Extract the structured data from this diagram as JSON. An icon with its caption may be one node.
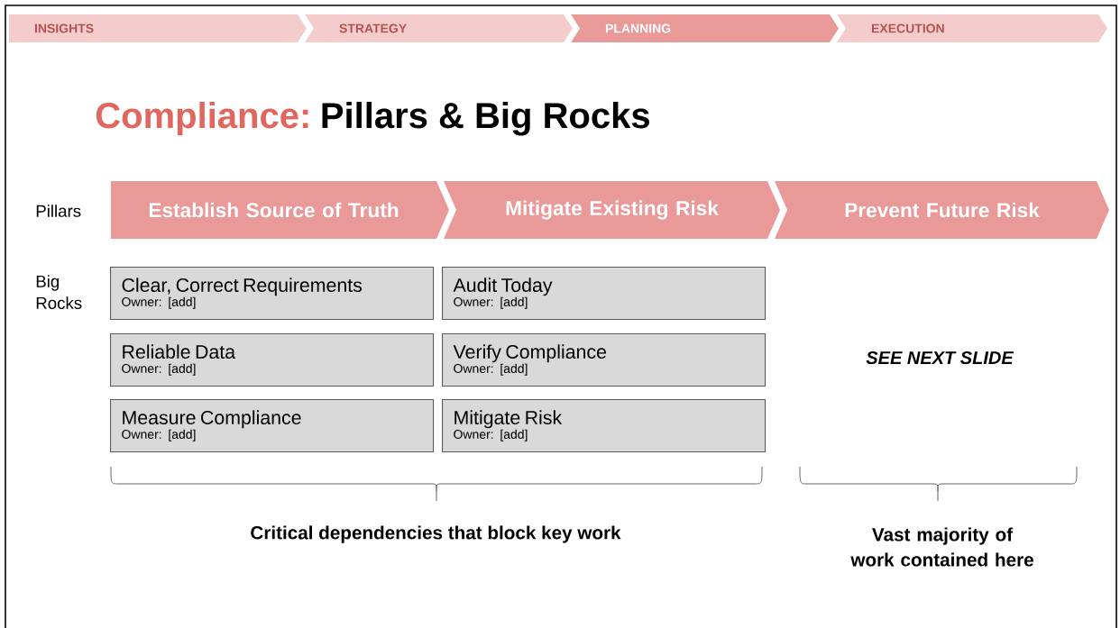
{
  "diagram": {
    "nodes": [
      {
        "text": [
          "INSIGHTS"
        ]
      },
      {
        "text": [
          "STRATEGY"
        ]
      },
      {
        "text": [
          "PLANNING"
        ]
      },
      {
        "text": [
          "EXECUTION"
        ]
      },
      {
        "text": [
          "Establish Source of Truth"
        ]
      },
      {
        "text": [
          "Mitigate Existing Risk"
        ]
      },
      {
        "text": [
          "Prevent Future Risk"
        ]
      },
      {
        "text": [
          "Clear, Correct Requirements",
          "Owner: [add]"
        ]
      },
      {
        "text": [
          "Audit Today",
          "Owner: [add]"
        ]
      },
      {
        "text": [
          "Reliable Data",
          "Owner: [add]"
        ]
      },
      {
        "text": [
          "Verify Compliance",
          "Owner: [add]"
        ]
      },
      {
        "text": [
          "Measure Compliance",
          "Owner: [add]"
        ]
      },
      {
        "text": [
          "Mitigate Risk",
          "Owner: [add]"
        ]
      }
    ],
    "labels": [
      "Compliance:",
      "Pillars & Big Rocks",
      "Pillars",
      "Big Rocks",
      "SEE NEXT SLIDE",
      "Critical dependencies that block key work",
      "Vast majority of work contained here"
    ]
  }
}
